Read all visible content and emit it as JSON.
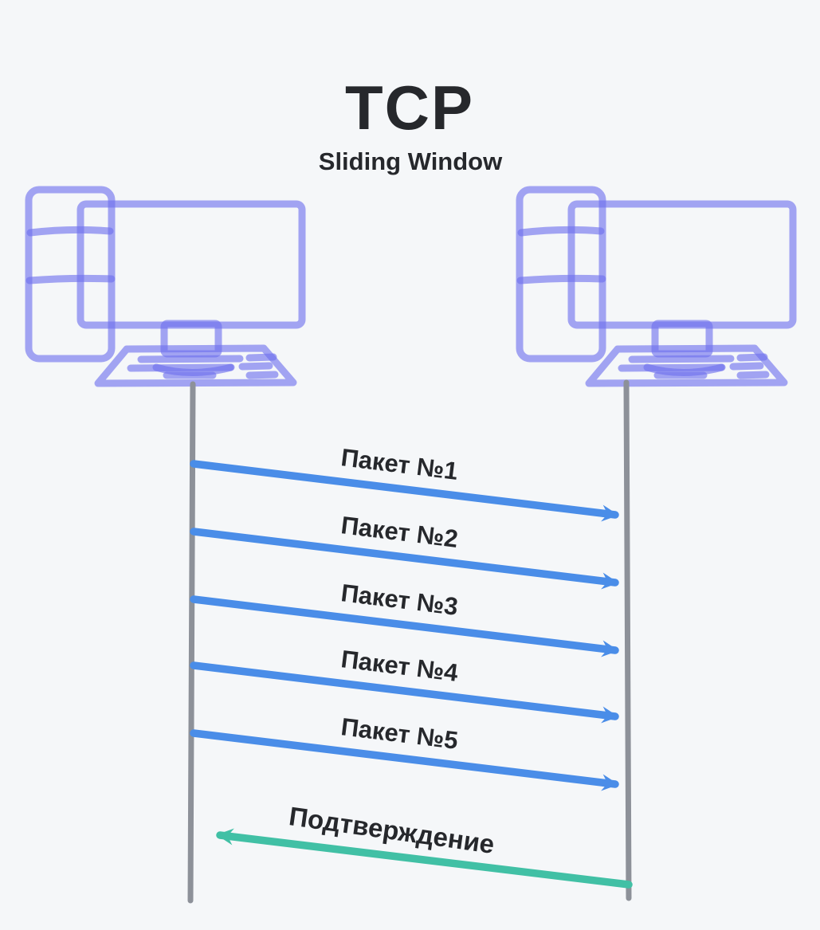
{
  "header": {
    "title": "TCP",
    "subtitle": "Sliding Window"
  },
  "nodes": {
    "sender": {
      "icon": "desktop-computer-icon",
      "role": "sender"
    },
    "receiver": {
      "icon": "desktop-computer-icon",
      "role": "receiver"
    }
  },
  "messages": [
    {
      "label": "Пакет №1",
      "from": "sender",
      "to": "receiver"
    },
    {
      "label": "Пакет №2",
      "from": "sender",
      "to": "receiver"
    },
    {
      "label": "Пакет №3",
      "from": "sender",
      "to": "receiver"
    },
    {
      "label": "Пакет №4",
      "from": "sender",
      "to": "receiver"
    },
    {
      "label": "Пакет №5",
      "from": "sender",
      "to": "receiver"
    },
    {
      "label": "Подтверждение",
      "from": "receiver",
      "to": "sender"
    }
  ],
  "colors": {
    "background": "#f5f7f9",
    "packet_arrow": "#4a8de8",
    "ack_arrow": "#41c0a5",
    "timeline": "#8d9199",
    "computer": "#6e70ee",
    "text": "#26282c"
  }
}
